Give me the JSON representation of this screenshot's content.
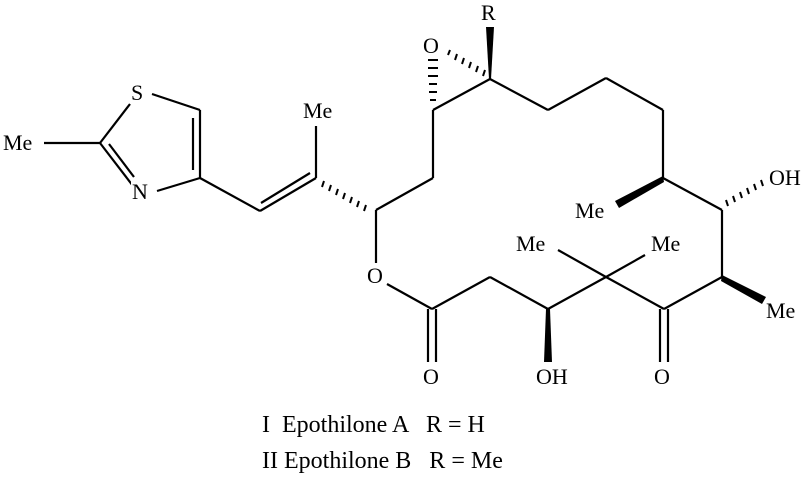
{
  "molecule": {
    "name": "Epothilone",
    "atom_labels": {
      "thiazole_me": "Me",
      "thiazole_s": "S",
      "thiazole_n": "N",
      "vinyl_me": "Me",
      "epoxide_o": "O",
      "r_group": "R",
      "ester_o": "O",
      "lactone_carbonyl_o": "O",
      "c3_oh": "OH",
      "gem_me_left": "Me",
      "gem_me_right": "Me",
      "ketone_o": "O",
      "c6_me": "Me",
      "c7_oh": "OH",
      "c8_me": "Me"
    }
  },
  "caption": {
    "line1": "I  Epothilone A   R = H",
    "line2": "II Epothilone B   R = Me"
  },
  "colors": {
    "ink": "#000000",
    "background": "#ffffff"
  }
}
